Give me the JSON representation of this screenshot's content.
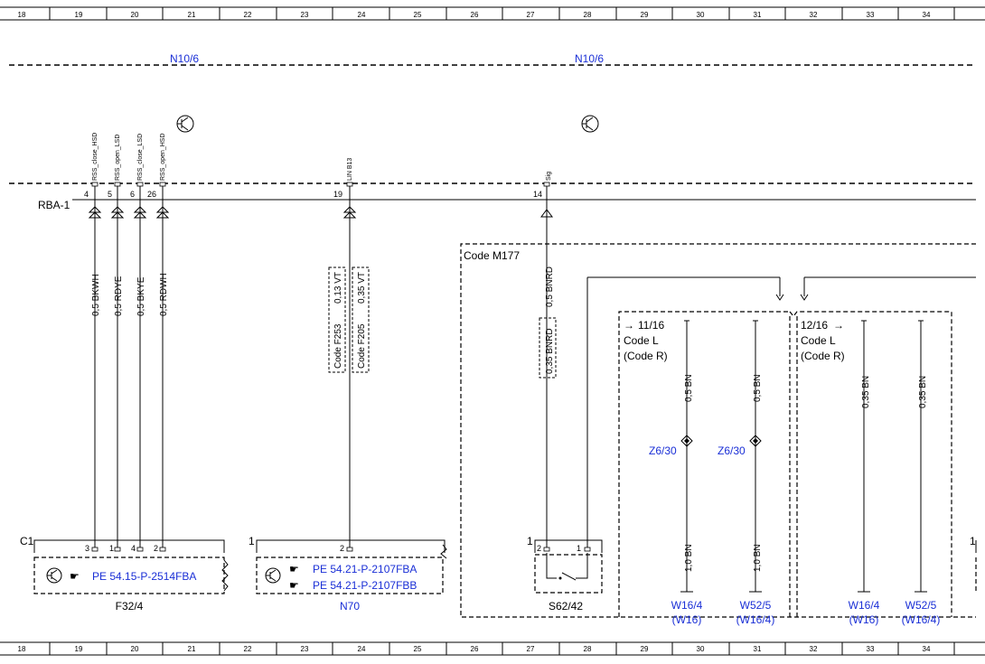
{
  "grid": {
    "columns": [
      "18",
      "19",
      "20",
      "21",
      "22",
      "23",
      "24",
      "25",
      "26",
      "27",
      "28",
      "29",
      "30",
      "31",
      "32",
      "33",
      "34"
    ]
  },
  "labels": {
    "n10_6_left": "N10/6",
    "n10_6_right": "N10/6",
    "rba": "RBA-1",
    "code_m177": "Code M177",
    "c1": "C1",
    "one_n70": "1",
    "one_s62": "1",
    "one_right": "1",
    "f32_4": "F32/4",
    "n70": "N70",
    "s62_42": "S62/42"
  },
  "signals": [
    "RSS_close_HSD",
    "RSS_open_LSD",
    "RSS_close_LSD",
    "RSS_open_HSD",
    "LIN B13",
    "Sig"
  ],
  "pins_top": [
    "4",
    "5",
    "6",
    "26",
    "19",
    "14"
  ],
  "wires": [
    "0,5 BKWH",
    "0,5 RDYE",
    "0,5 BKYE",
    "0,5 RDWH",
    "0,13 VT",
    "0,35 VT",
    "0,5 BNRD",
    "0,35 BNRD"
  ],
  "codes": [
    "Code F253",
    "Code F205"
  ],
  "pins_bottom": {
    "f32": [
      "3",
      "1",
      "4",
      "2"
    ],
    "n70": "2",
    "s62": [
      "2",
      "1"
    ]
  },
  "refs": {
    "f32": "PE 54.15-P-2514FBA",
    "n70a": "PE 54.21-P-2107FBA",
    "n70b": "PE 54.21-P-2107FBB"
  },
  "code_l_left": {
    "ref": "11/16",
    "line1": "Code L",
    "line2": "(Code R)",
    "wires": [
      "0,5 BN",
      "0,5 BN"
    ],
    "splices": [
      "Z6/30",
      "Z6/30"
    ],
    "lower_wires": [
      "1,0 BN",
      "1,0 BN"
    ],
    "grounds": [
      {
        "name": "W16/4",
        "alt": "(W16)"
      },
      {
        "name": "W52/5",
        "alt": "(W16/4)"
      }
    ]
  },
  "code_l_right": {
    "ref": "12/16",
    "line1": "Code L",
    "line2": "(Code R)",
    "wires": [
      "0,35 BN",
      "0,35 BN"
    ],
    "grounds": [
      {
        "name": "W16/4",
        "alt": "(W16)"
      },
      {
        "name": "W52/5",
        "alt": "(W16/4)"
      }
    ]
  },
  "colors": {
    "link": "#1a2fd6",
    "line": "#000000"
  }
}
